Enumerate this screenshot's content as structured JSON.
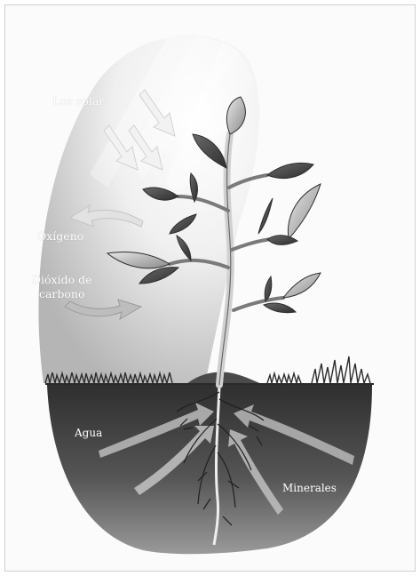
{
  "labels": {
    "sunlight": "Luz solar",
    "oxygen": "Oxígeno",
    "co2_line1": "Dióxido de",
    "co2_line2": "carbono",
    "water": "Agua",
    "minerals": "Minerales"
  },
  "colors": {
    "page": "#fbfbfb",
    "soil_dark": "#3a3a3a",
    "soil_light": "#8c8c8c",
    "leaf_dark": "#4a4a4a",
    "leaf_light": "#d8d8d8",
    "arrow_light": "#e6e6e6"
  }
}
